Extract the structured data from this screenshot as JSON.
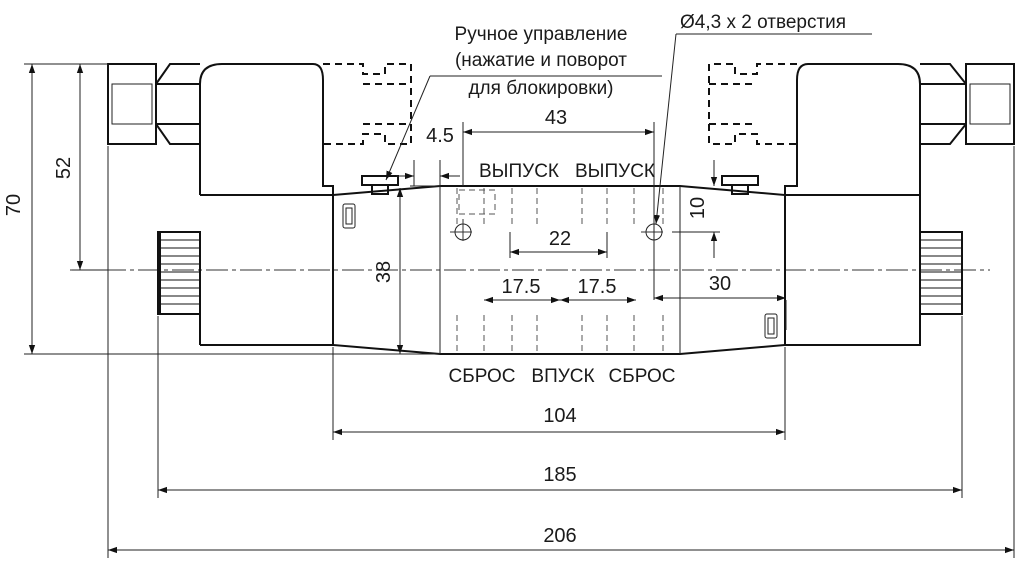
{
  "notes": {
    "manual_line1": "Ручное управление",
    "manual_line2": "(нажатие и поворот",
    "manual_line3": "для блокировки)",
    "holes": "Ø4,3 x 2 отверстия"
  },
  "ports": {
    "top_left": "ВЫПУСК",
    "top_right": "ВЫПУСК",
    "bottom_left": "СБРОС",
    "bottom_center": "ВПУСК",
    "bottom_right": "СБРОС"
  },
  "dims": {
    "d_70": "70",
    "d_52": "52",
    "d_38": "38",
    "d_43": "43",
    "d_4_5": "4.5",
    "d_10": "10",
    "d_22": "22",
    "d_30": "30",
    "d_17_5_left": "17.5",
    "d_17_5_right": "17.5",
    "d_104": "104",
    "d_185": "185",
    "d_206": "206"
  }
}
